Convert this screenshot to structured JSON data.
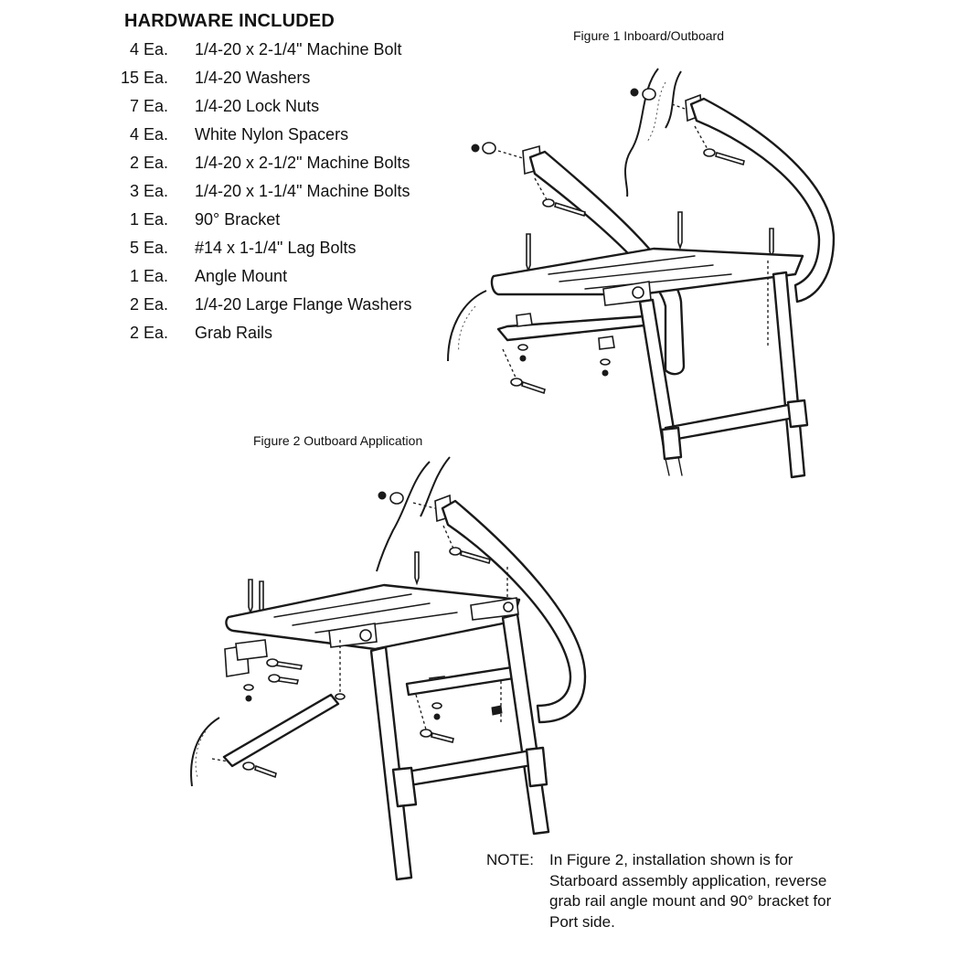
{
  "hardware": {
    "heading": "HARDWARE INCLUDED",
    "items": [
      {
        "qty": "4 Ea.",
        "desc": "1/4-20 x 2-1/4\" Machine Bolt"
      },
      {
        "qty": "15 Ea.",
        "desc": "1/4-20 Washers"
      },
      {
        "qty": "7 Ea.",
        "desc": "1/4-20 Lock Nuts"
      },
      {
        "qty": "4 Ea.",
        "desc": "White Nylon Spacers"
      },
      {
        "qty": "2 Ea.",
        "desc": "1/4-20 x 2-1/2\" Machine Bolts"
      },
      {
        "qty": "3 Ea.",
        "desc": "1/4-20 x 1-1/4\" Machine Bolts"
      },
      {
        "qty": "1 Ea.",
        "desc": "90° Bracket"
      },
      {
        "qty": "5 Ea.",
        "desc": "#14 x 1-1/4\" Lag Bolts"
      },
      {
        "qty": "1 Ea.",
        "desc": "Angle Mount"
      },
      {
        "qty": "2 Ea.",
        "desc": "1/4-20 Large Flange Washers"
      },
      {
        "qty": "2 Ea.",
        "desc": "Grab Rails"
      }
    ]
  },
  "figures": {
    "fig1_caption": "Figure 1  Inboard/Outboard",
    "fig2_caption": "Figure 2  Outboard Application"
  },
  "note": {
    "label": "NOTE:",
    "text": "In Figure 2, installation shown is for Starboard assembly application, reverse grab rail angle mount and 90° bracket for Port side."
  }
}
